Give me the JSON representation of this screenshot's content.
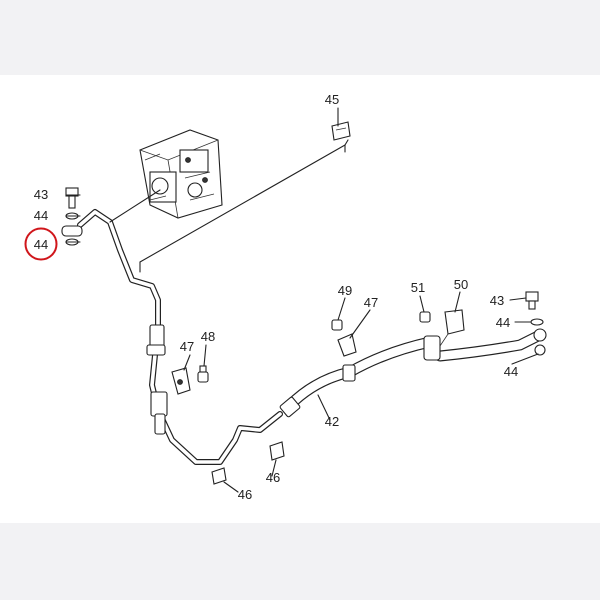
{
  "diagram": {
    "callouts": {
      "c43a": "43",
      "c44a": "44",
      "c44b": "44",
      "c45": "45",
      "c47a": "47",
      "c48": "48",
      "c49": "49",
      "c47b": "47",
      "c51": "51",
      "c50": "50",
      "c43b": "43",
      "c44c": "44",
      "c44d": "44",
      "c42": "42",
      "c46a": "46",
      "c46b": "46"
    },
    "highlight_color": "#d0161b",
    "ink_color": "#222222"
  }
}
